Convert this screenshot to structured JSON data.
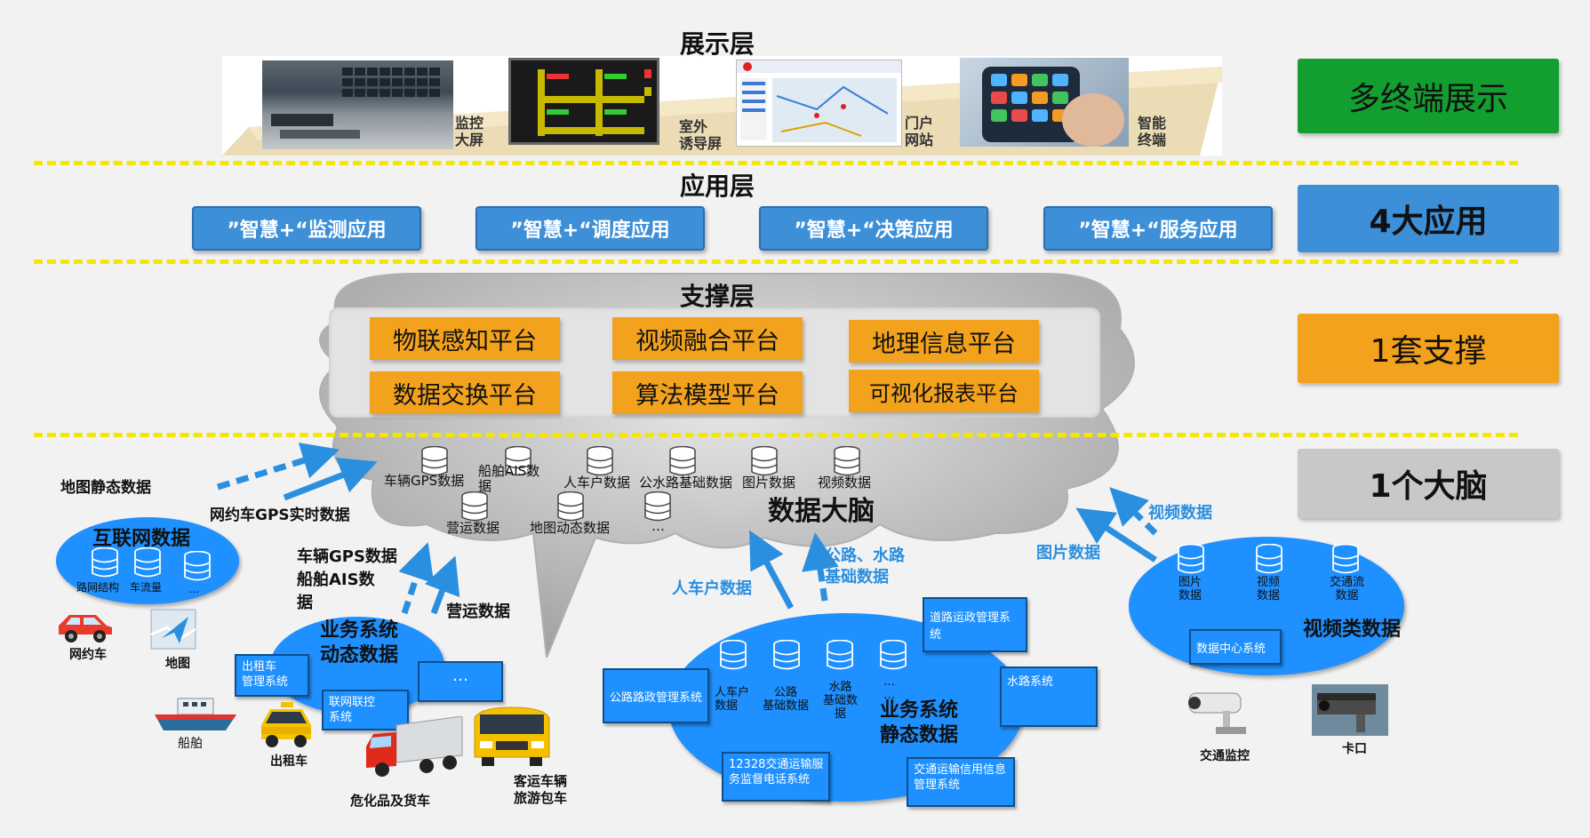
{
  "layers": {
    "display": "展示层",
    "application": "应用层",
    "support": "支撑层"
  },
  "display_items": [
    "监控\n大屏",
    "室外\n诱导屏",
    "门户\n网站",
    "智能\n终端"
  ],
  "apps": [
    "”智慧+“监测应用",
    "”智慧+“调度应用",
    "”智慧+“决策应用",
    "”智慧+“服务应用"
  ],
  "platforms": [
    "物联感知平台",
    "视频融合平台",
    "地理信息平台",
    "数据交换平台",
    "算法模型平台",
    "可视化报表平台"
  ],
  "side_labels": {
    "terminal": "多终端展示",
    "apps": "4大应用",
    "support": "1套支撑",
    "brain": "1个大脑"
  },
  "brain": {
    "title": "数据大脑",
    "dbs_row1": [
      "车辆GPS数据",
      "船舶AIS数\n据",
      "人车户数据",
      "公水路基础数据",
      "图片数据",
      "视频数据"
    ],
    "dbs_row2": [
      "营运数据",
      "地图动态数据",
      "…"
    ]
  },
  "internet": {
    "title": "互联网数据",
    "dbs": [
      "路网结构",
      "车流量",
      "…"
    ],
    "map_static": "地图静态数据",
    "gps_realtime": "网约车GPS实时数据",
    "icons": [
      "网约车",
      "地图"
    ]
  },
  "dynamic": {
    "title": "业务系统\n动态数据",
    "feed_labels": [
      "车辆GPS数据\n船舶AIS数\n据",
      "营运数据"
    ],
    "systems": [
      "出租车\n管理系统",
      "联网联控\n系统",
      "…"
    ],
    "vehicles": [
      "船舶",
      "出租车",
      "危化品及货车",
      "客运车辆\n旅游包车"
    ]
  },
  "static": {
    "title": "业务系统\n静态数据",
    "feed_labels": [
      "人车户数据",
      "公路、水路\n基础数据"
    ],
    "dbs": [
      "人车户\n数据",
      "公路\n基础数据",
      "水路\n基础数\n据",
      "…\n…"
    ],
    "systems": [
      "公路路政管理系统",
      "道路运政管理系统",
      "水路系统",
      "12328交通运输服\n务监督电话系统",
      "交通运输信用信息\n管理系统"
    ]
  },
  "video": {
    "title": "视频类数据",
    "feed_labels": [
      "图片数据",
      "视频数据"
    ],
    "dbs": [
      "图片\n数据",
      "视频\n数据",
      "交通流\n数据"
    ],
    "center": "数据中心系统",
    "devices": [
      "交通监控",
      "卡口"
    ]
  },
  "colors": {
    "green": "#129f30",
    "blue": "#3d8fd8",
    "orange": "#f2a21c",
    "gray": "#c8c8c8",
    "ellipse": "#1e90ff",
    "arrow": "#2b8fe0",
    "dash": "#f5e600"
  }
}
